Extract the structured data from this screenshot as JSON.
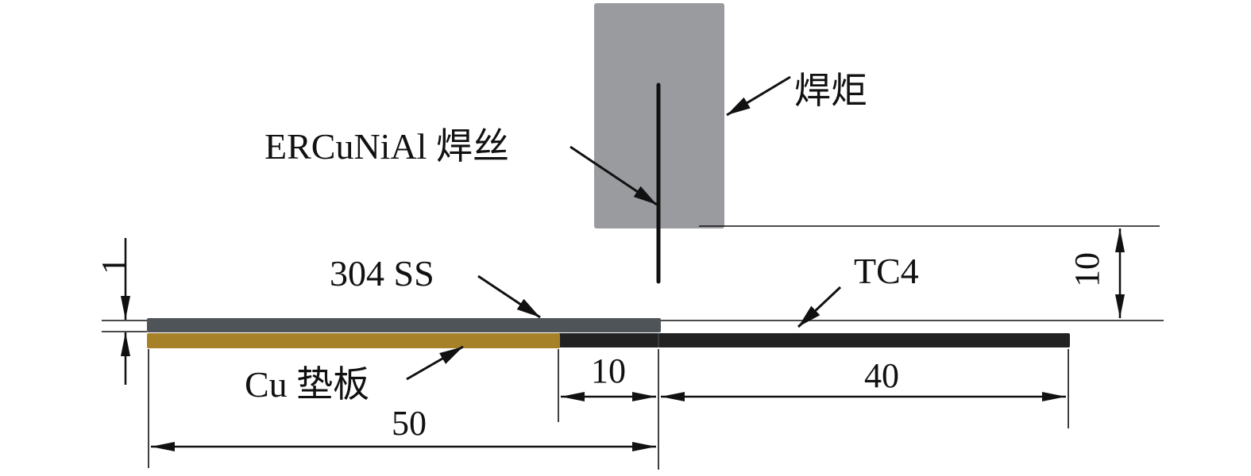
{
  "labels": {
    "torch": "焊炬",
    "wire": "ERCuNiAl 焊丝",
    "ss": "304 SS",
    "tc4": "TC4",
    "cu": "Cu 垫板"
  },
  "dimensions": {
    "thickness": "1",
    "torch_height": "10",
    "overlap": "10",
    "tc4_length": "40",
    "ss_length": "50"
  },
  "colors": {
    "torch": "#9a9b9f",
    "ss": "#4f5459",
    "cu": "#a78128",
    "tc4": "#222222"
  }
}
